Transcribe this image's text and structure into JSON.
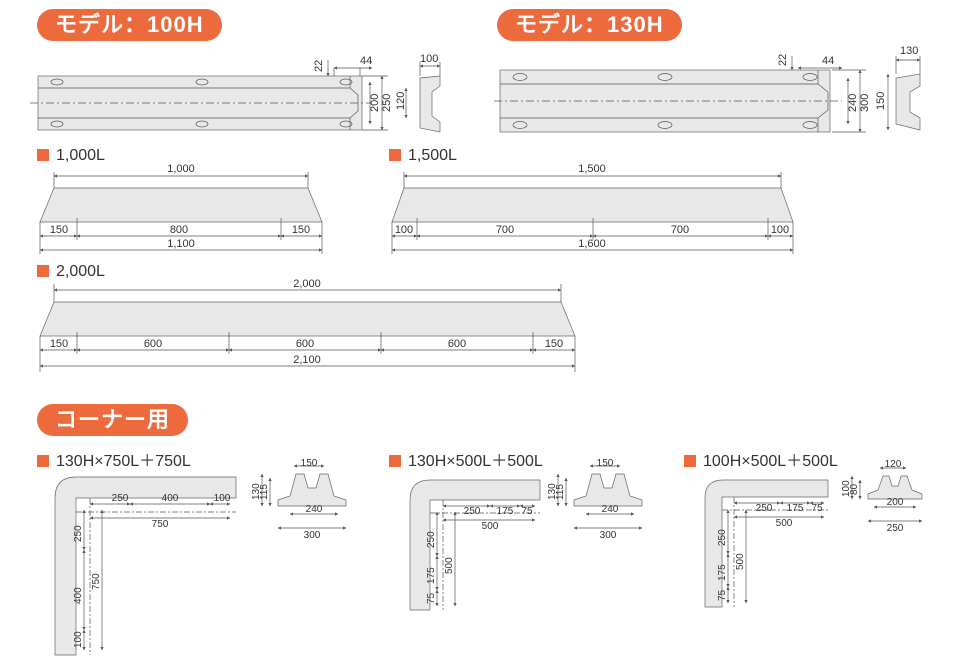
{
  "models": {
    "m100": {
      "title": "モデル：100H",
      "top": [
        "22",
        "44"
      ],
      "right": [
        "200",
        "250",
        "120"
      ],
      "profile_top": "100"
    },
    "m130": {
      "title": "モデル：130H",
      "top": [
        "22",
        "44"
      ],
      "right": [
        "240",
        "300"
      ],
      "profile_top": "130",
      "profile_left": "150"
    }
  },
  "lengths": {
    "l1000": {
      "label": "1,000L",
      "top": "1,000",
      "segs": [
        "150",
        "800",
        "150"
      ],
      "total": "1,100"
    },
    "l1500": {
      "label": "1,500L",
      "top": "1,500",
      "segs": [
        "100",
        "700",
        "700",
        "100"
      ],
      "total": "1,600"
    },
    "l2000": {
      "label": "2,000L",
      "top": "2,000",
      "segs": [
        "150",
        "600",
        "600",
        "600",
        "150"
      ],
      "total": "2,100"
    }
  },
  "corner": {
    "title": "コーナー用",
    "c1": {
      "label": "130H×750L＋750L",
      "h": [
        "250",
        "400",
        "100",
        "750"
      ],
      "v": [
        "250",
        "400",
        "100",
        "750"
      ],
      "p": {
        "top": "150",
        "left": [
          "130",
          "115"
        ],
        "bottom": [
          "240",
          "300"
        ]
      }
    },
    "c2": {
      "label": "130H×500L＋500L",
      "h": [
        "250",
        "175",
        "75",
        "500"
      ],
      "v": [
        "250",
        "175",
        "75",
        "500"
      ],
      "p": {
        "top": "150",
        "left": [
          "130",
          "115"
        ],
        "bottom": [
          "240",
          "300"
        ]
      }
    },
    "c3": {
      "label": "100H×500L＋500L",
      "h": [
        "250",
        "175",
        "75",
        "500"
      ],
      "v": [
        "250",
        "175",
        "75",
        "500"
      ],
      "p": {
        "top": "120",
        "left": [
          "100",
          "80"
        ],
        "bottom": [
          "200",
          "250"
        ]
      }
    }
  }
}
